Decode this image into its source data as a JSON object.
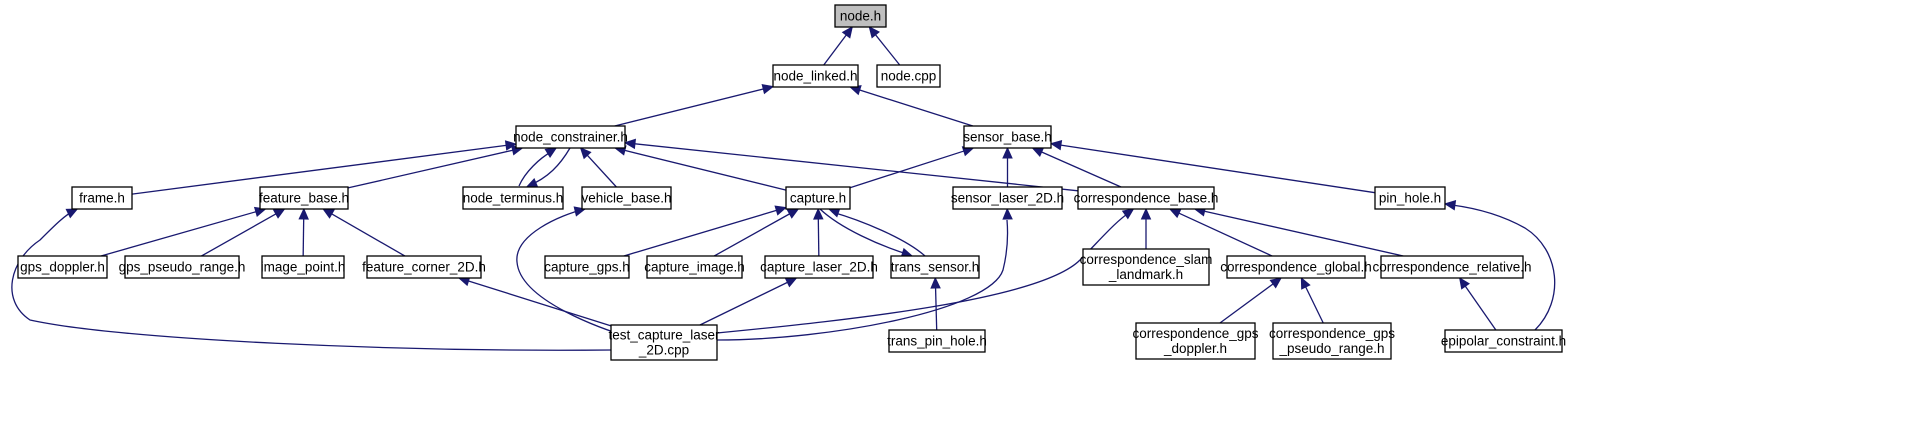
{
  "graph": {
    "nodes": [
      {
        "id": "node_h",
        "lines": [
          "node.h"
        ],
        "highlighted": true
      },
      {
        "id": "node_linked_h",
        "lines": [
          "node_linked.h"
        ]
      },
      {
        "id": "node_cpp",
        "lines": [
          "node.cpp"
        ]
      },
      {
        "id": "node_constrainer_h",
        "lines": [
          "node_constrainer.h"
        ]
      },
      {
        "id": "sensor_base_h",
        "lines": [
          "sensor_base.h"
        ]
      },
      {
        "id": "frame_h",
        "lines": [
          "frame.h"
        ]
      },
      {
        "id": "feature_base_h",
        "lines": [
          "feature_base.h"
        ]
      },
      {
        "id": "node_terminus_h",
        "lines": [
          "node_terminus.h"
        ]
      },
      {
        "id": "vehicle_base_h",
        "lines": [
          "vehicle_base.h"
        ]
      },
      {
        "id": "capture_h",
        "lines": [
          "capture.h"
        ]
      },
      {
        "id": "sensor_laser_2D_h",
        "lines": [
          "sensor_laser_2D.h"
        ]
      },
      {
        "id": "correspondence_base_h",
        "lines": [
          "correspondence_base.h"
        ]
      },
      {
        "id": "pin_hole_h",
        "lines": [
          "pin_hole.h"
        ]
      },
      {
        "id": "gps_doppler_h",
        "lines": [
          "gps_doppler.h"
        ]
      },
      {
        "id": "gps_pseudo_range_h",
        "lines": [
          "gps_pseudo_range.h"
        ]
      },
      {
        "id": "image_point_h",
        "lines": [
          "image_point.h"
        ]
      },
      {
        "id": "feature_corner_2D_h",
        "lines": [
          "feature_corner_2D.h"
        ]
      },
      {
        "id": "capture_gps_h",
        "lines": [
          "capture_gps.h"
        ]
      },
      {
        "id": "capture_image_h",
        "lines": [
          "capture_image.h"
        ]
      },
      {
        "id": "capture_laser_2D_h",
        "lines": [
          "capture_laser_2D.h"
        ]
      },
      {
        "id": "trans_sensor_h",
        "lines": [
          "trans_sensor.h"
        ]
      },
      {
        "id": "correspondence_slam_landmark_h",
        "lines": [
          "correspondence_slam",
          "_landmark.h"
        ]
      },
      {
        "id": "correspondence_global_h",
        "lines": [
          "correspondence_global.h"
        ]
      },
      {
        "id": "correspondence_relative_h",
        "lines": [
          "correspondence_relative.h"
        ]
      },
      {
        "id": "test_capture_laser_2D_cpp",
        "lines": [
          "test_capture_laser",
          "_2D.cpp"
        ]
      },
      {
        "id": "trans_pin_hole_h",
        "lines": [
          "trans_pin_hole.h"
        ]
      },
      {
        "id": "correspondence_gps_doppler_h",
        "lines": [
          "correspondence_gps",
          "_doppler.h"
        ]
      },
      {
        "id": "correspondence_gps_pseudo_range_h",
        "lines": [
          "correspondence_gps",
          "_pseudo_range.h"
        ]
      },
      {
        "id": "epipolar_constraint_h",
        "lines": [
          "epipolar_constraint.h"
        ]
      }
    ],
    "edges": [
      [
        "node_linked_h",
        "node_h"
      ],
      [
        "node_cpp",
        "node_h"
      ],
      [
        "node_constrainer_h",
        "node_linked_h"
      ],
      [
        "sensor_base_h",
        "node_linked_h"
      ],
      [
        "frame_h",
        "node_constrainer_h"
      ],
      [
        "feature_base_h",
        "node_constrainer_h"
      ],
      [
        "node_terminus_h",
        "node_constrainer_h"
      ],
      [
        "node_constrainer_h",
        "node_terminus_h"
      ],
      [
        "vehicle_base_h",
        "node_constrainer_h"
      ],
      [
        "capture_h",
        "node_constrainer_h"
      ],
      [
        "correspondence_base_h",
        "node_constrainer_h"
      ],
      [
        "capture_h",
        "sensor_base_h"
      ],
      [
        "sensor_laser_2D_h",
        "sensor_base_h"
      ],
      [
        "correspondence_base_h",
        "sensor_base_h"
      ],
      [
        "pin_hole_h",
        "sensor_base_h"
      ],
      [
        "gps_doppler_h",
        "feature_base_h"
      ],
      [
        "gps_pseudo_range_h",
        "feature_base_h"
      ],
      [
        "image_point_h",
        "feature_base_h"
      ],
      [
        "feature_corner_2D_h",
        "feature_base_h"
      ],
      [
        "capture_gps_h",
        "capture_h"
      ],
      [
        "capture_image_h",
        "capture_h"
      ],
      [
        "capture_laser_2D_h",
        "capture_h"
      ],
      [
        "trans_sensor_h",
        "capture_h"
      ],
      [
        "capture_h",
        "trans_sensor_h"
      ],
      [
        "correspondence_slam_landmark_h",
        "correspondence_base_h"
      ],
      [
        "correspondence_global_h",
        "correspondence_base_h"
      ],
      [
        "correspondence_relative_h",
        "correspondence_base_h"
      ],
      [
        "test_capture_laser_2D_cpp",
        "frame_h"
      ],
      [
        "test_capture_laser_2D_cpp",
        "feature_corner_2D_h"
      ],
      [
        "test_capture_laser_2D_cpp",
        "vehicle_base_h"
      ],
      [
        "test_capture_laser_2D_cpp",
        "capture_laser_2D_h"
      ],
      [
        "test_capture_laser_2D_cpp",
        "sensor_laser_2D_h"
      ],
      [
        "test_capture_laser_2D_cpp",
        "correspondence_base_h"
      ],
      [
        "trans_pin_hole_h",
        "trans_sensor_h"
      ],
      [
        "correspondence_gps_doppler_h",
        "correspondence_global_h"
      ],
      [
        "correspondence_gps_pseudo_range_h",
        "correspondence_global_h"
      ],
      [
        "epipolar_constraint_h",
        "correspondence_relative_h"
      ],
      [
        "epipolar_constraint_h",
        "pin_hole_h"
      ]
    ],
    "colors": {
      "edge": "#191970",
      "node_border": "#000000",
      "highlight_fill": "#bfbfbf",
      "node_fill": "#ffffff"
    }
  }
}
